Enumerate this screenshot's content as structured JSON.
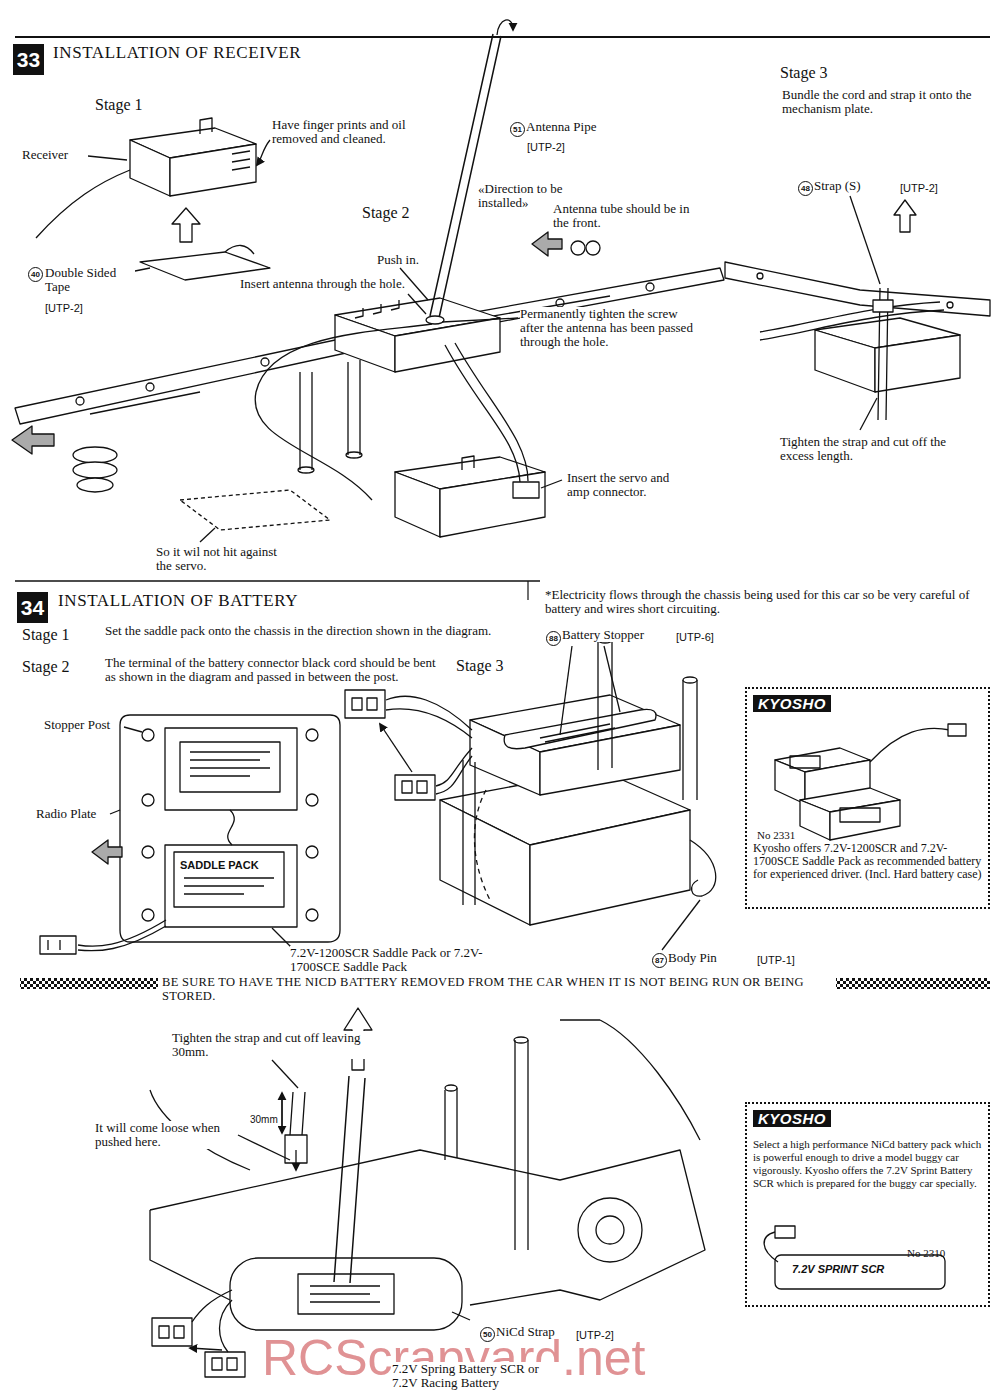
{
  "diagram": {
    "nodes": [
      {
        "text": [
          "33"
        ]
      },
      {
        "text": [
          "34"
        ]
      },
      {
        "text": [
          "No 2331",
          "Kyosho offers 7.2V-1200SCR and 7.2V-1700SCE Saddle Pack as recommended battery for experienced driver. (Incl. Hard battery case)"
        ]
      },
      {
        "text": [
          "KYOSHO"
        ],
        "in": 2
      },
      {
        "text": [
          "Select a high performance NiCd battery pack which is powerful enough to drive a model buggy car vigorously. Kyosho offers the 7.2V Sprint Battery SCR which is prepared for the buggy car specially.",
          "No 2310"
        ]
      },
      {
        "text": [
          "KYOSHO"
        ],
        "in": 4
      }
    ],
    "labels": [
      "INSTALLATION OF RECEIVER",
      "Stage 1",
      "Receiver",
      "Have finger prints and oil removed and cleaned.",
      "40",
      "Double Sided Tape",
      "[UTP-2]",
      "51",
      "Antenna Pipe",
      "[UTP-2]",
      "«Direction to be installed»",
      "Antenna tube should be in the front.",
      "Stage 2",
      "Push in.",
      "Insert antenna through the hole.",
      "Permanently tighten the screw after the antenna has been passed through the hole.",
      "Insert the servo and amp connector.",
      "So it wil not hit against the servo.",
      "Stage 3",
      "Bundle the cord and strap it onto the mechanism plate.",
      "48",
      "Strap (S)",
      "[UTP-2]",
      "Tighten the strap and cut off the excess length.",
      "INSTALLATION OF BATTERY",
      "*Electricity flows through the chassis being used for this car so be very careful of battery and wires short circuiting.",
      "Stage 1",
      "Set the saddle pack onto the chassis in the direction shown in the diagram.",
      "Stage 2",
      "The terminal of the battery connector black cord should be bent as shown in the diagram and passed in between the post.",
      "Stage 3",
      "88",
      "Battery Stopper",
      "[UTP-6]",
      "Stopper Post",
      "Radio Plate",
      "SADDLE PACK",
      "7.2V-1200SCR Saddle Pack or 7.2V-1700SCE Saddle Pack",
      "87",
      "Body Pin",
      "[UTP-1]",
      "BE SURE TO HAVE THE NICD BATTERY REMOVED FROM THE CAR WHEN IT IS NOT BEING RUN OR BEING STORED.",
      "Tighten the strap and cut off leaving 30mm.",
      "30mm",
      "It will come loose when pushed here.",
      "50",
      "NiCd Strap",
      "[UTP-2]",
      "7.2V Spring Battery SCR or 7.2V Racing Battery",
      "7.2V SPRINT SCR",
      "RCScrapyard.net"
    ]
  }
}
